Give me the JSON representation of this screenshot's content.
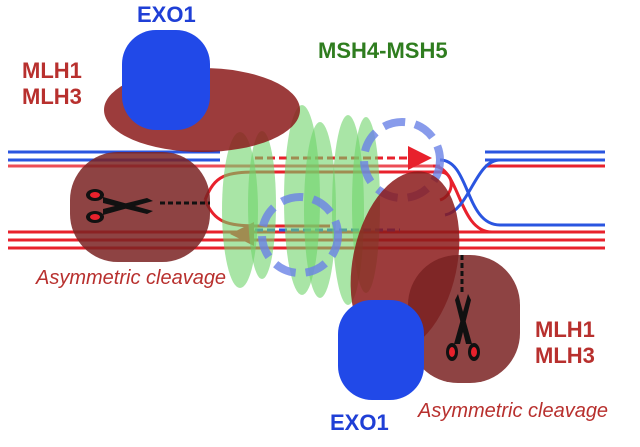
{
  "labels": {
    "exo1_top": "EXO1",
    "mlh1_left": "MLH1",
    "mlh3_left": "MLH3",
    "msh4_msh5": "MSH4-MSH5",
    "asym_left": "Asymmetric cleavage",
    "mlh1_right": "MLH1",
    "mlh3_right": "MLH3",
    "exo1_bottom": "EXO1",
    "asym_right": "Asymmetric cleavage"
  },
  "colors": {
    "dna_red": "#e8212c",
    "dna_blue": "#2a55e0",
    "mlh_fill": "#8b1a1a",
    "exo1": "#2149e8",
    "msh_green": "#6fd46a",
    "label_red": "#b8302e",
    "label_blue": "#1f3fd6",
    "label_green": "#2f7d1f"
  },
  "icons": [
    "scissors-icon",
    "arrow-right-icon",
    "arrow-left-icon"
  ]
}
